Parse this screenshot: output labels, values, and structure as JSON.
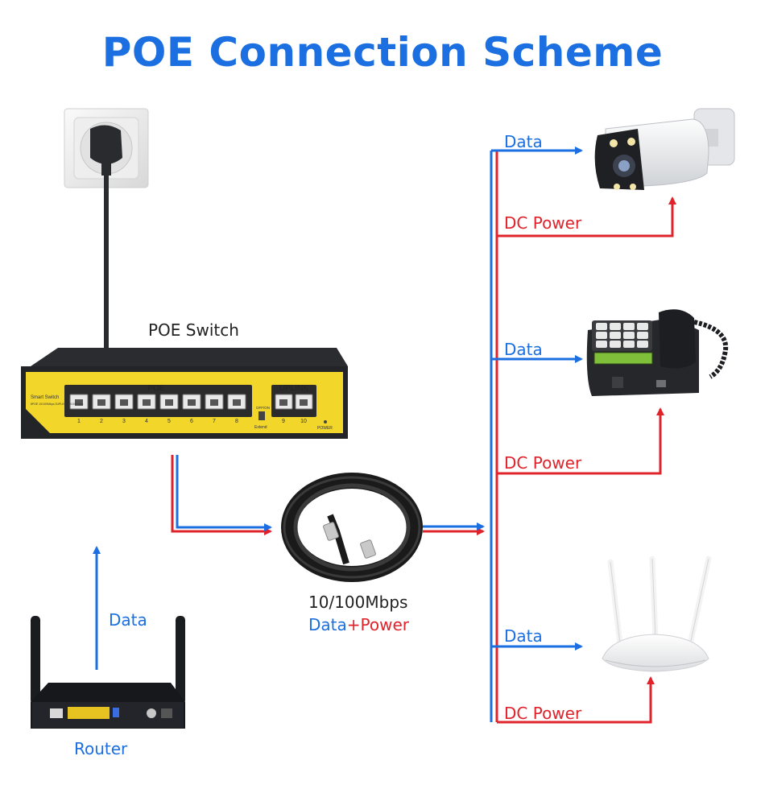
{
  "title": "POE Connection Scheme",
  "labels": {
    "poe_switch": "POE Switch",
    "router": "Router",
    "router_data": "Data",
    "cable_speed": "10/100Mbps",
    "cable_data": "Data",
    "cable_plus": "+",
    "cable_power": "Power",
    "camera_data": "Data",
    "camera_power": "DC Power",
    "phone_data": "Data",
    "phone_power": "DC Power",
    "ap_data": "Data",
    "ap_power": "DC Power"
  },
  "switch_panel": {
    "poe_label": "POE",
    "uplink_label": "UPLINK",
    "brand": "Smart Switch",
    "spec": "8POE 10/100Mbps 2UPLINK 10/100Mbps",
    "mode_label": "OFF/ON",
    "extend_label": "Extend",
    "power_label": "POWER",
    "port_numbers": [
      "1",
      "2",
      "3",
      "4",
      "5",
      "6",
      "7",
      "8"
    ],
    "uplink_numbers": [
      "9",
      "10"
    ]
  },
  "colors": {
    "data": "#1b6fe0",
    "power": "#e0232b",
    "title": "#1b6fe0",
    "switch_yellow": "#f2d629"
  },
  "icons": [
    "wall-socket-icon",
    "plug-icon",
    "poe-switch-icon",
    "router-icon",
    "ethernet-cable-icon",
    "ip-camera-icon",
    "ip-phone-icon",
    "wireless-ap-icon"
  ]
}
